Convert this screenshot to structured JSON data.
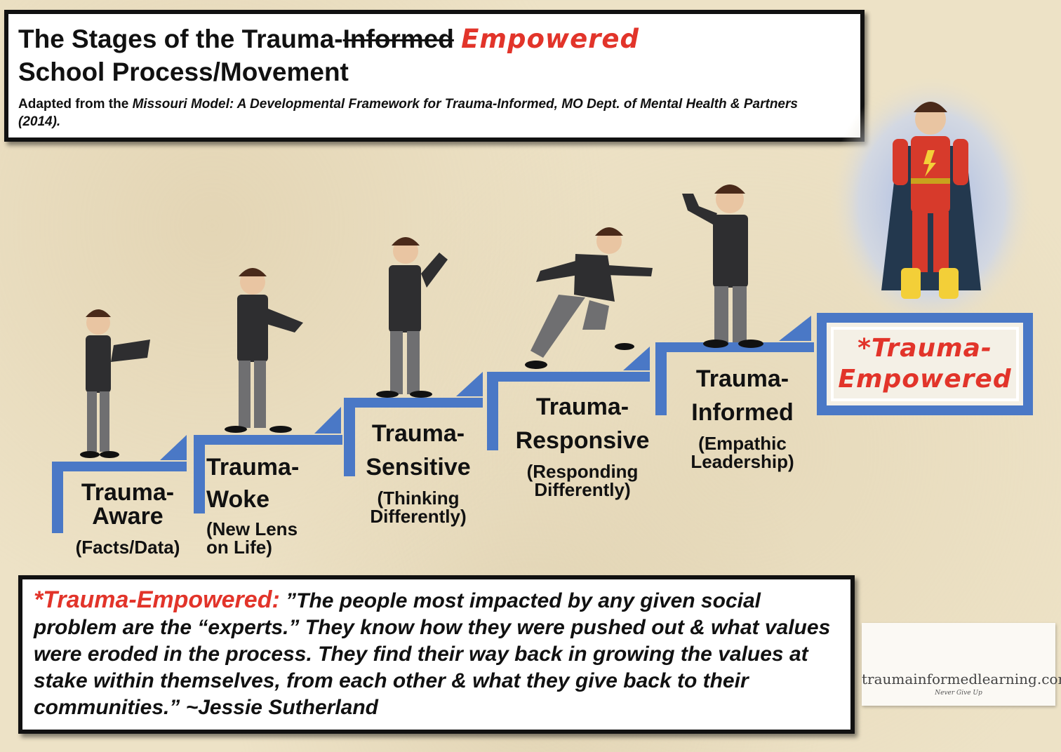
{
  "title": {
    "line1_prefix": "The Stages of the Trauma-",
    "line1_struck": "Informed",
    "line1_handwritten": "Empowered",
    "line2": "School Process/Movement",
    "attribution_prefix": "Adapted from the ",
    "attribution_italic": "Missouri Model: A Developmental Framework for Trauma-Informed, MO Dept. of Mental Health & Partners (2014)."
  },
  "stages": [
    {
      "name": "Trauma-Aware",
      "name_l1": "Trauma-",
      "name_l2": "Aware",
      "desc_l1": "(Facts/Data)",
      "desc_l2": ""
    },
    {
      "name": "Trauma-Woke",
      "name_l1": "Trauma-",
      "name_l2": "Woke",
      "desc_l1": "(New Lens",
      "desc_l2": "on Life)"
    },
    {
      "name": "Trauma-Sensitive",
      "name_l1": "Trauma-",
      "name_l2": "Sensitive",
      "desc_l1": "(Thinking",
      "desc_l2": "Differently)"
    },
    {
      "name": "Trauma-Responsive",
      "name_l1": "Trauma-",
      "name_l2": "Responsive",
      "desc_l1": "(Responding",
      "desc_l2": "Differently)"
    },
    {
      "name": "Trauma-Informed",
      "name_l1": "Trauma-",
      "name_l2": "Informed",
      "desc_l1": "(Empathic",
      "desc_l2": "Leadership)"
    }
  ],
  "final_stage": {
    "l1": "*Trauma-",
    "l2": "Empowered"
  },
  "quote": {
    "label": "*Trauma-Empowered:",
    "text": " ”The people most impacted by any given social problem are the “experts.” They know how they were pushed out & what values were eroded in the process. They find their way back in growing the values at stake within themselves, from each other & what they give back to their communities.” ~Jessie Sutherland"
  },
  "logo": {
    "site": "traumainformedlearning.com",
    "tagline": "Never Give Up"
  },
  "colors": {
    "step_blue": "#4a78c6",
    "accent_red": "#e2342a",
    "glow_blue": "#b9c9ea"
  },
  "icons": [
    "reading-figure-icon",
    "thinking-figure-icon",
    "pointing-figure-icon",
    "running-figure-icon",
    "waving-figure-icon",
    "superhero-figure-icon",
    "jumping-person-logo-icon"
  ]
}
